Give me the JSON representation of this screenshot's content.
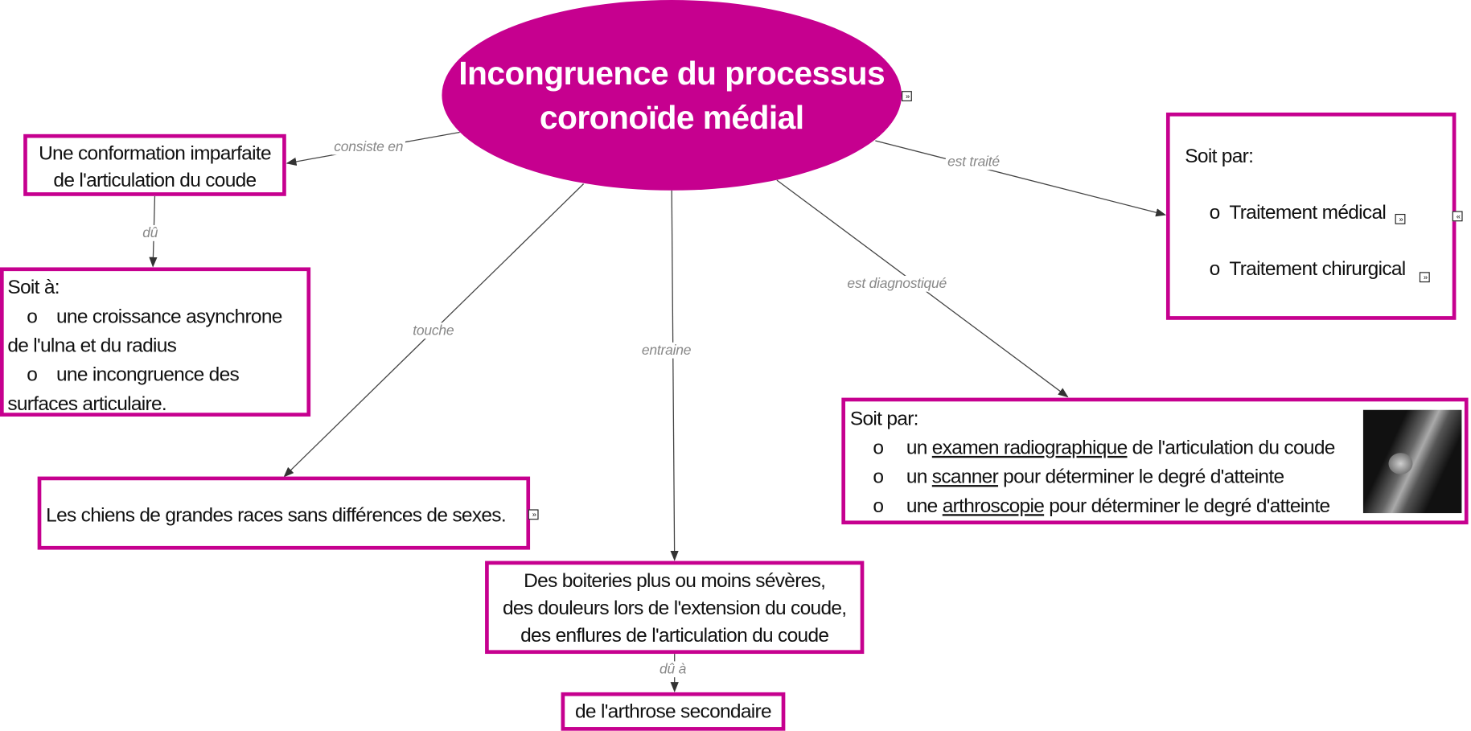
{
  "root": {
    "line1": "Incongruence du processus",
    "line2": "coronoïde médial"
  },
  "links": {
    "consiste_en": "consiste en",
    "du": "dû",
    "touche": "touche",
    "entraine": "entraine",
    "du_a": "dû à",
    "est_traite": "est traité",
    "est_diagnostique": "est diagnostiqué"
  },
  "nodes": {
    "conformation": {
      "line1": "Une conformation imparfaite",
      "line2": "de l'articulation du coude"
    },
    "causes": {
      "title": "Soit à:",
      "bullet": "o",
      "item1a": "une croissance asynchrone",
      "item1b": "de l'ulna et du radius",
      "item2a": "une incongruence des",
      "item2b": "surfaces articulaire."
    },
    "races": {
      "text": "Les chiens de grandes races sans différences de sexes."
    },
    "symptoms": {
      "line1": "Des boiteries plus ou moins sévères,",
      "line2": "des douleurs lors de l'extension du coude,",
      "line3": "des enflures de l'articulation du coude"
    },
    "arthrose": {
      "text": "de l'arthrose secondaire"
    },
    "treatment": {
      "title": "Soit par:",
      "bullet": "o",
      "item1": "Traitement médical",
      "item2": "Traitement chirurgical"
    },
    "diagnosis": {
      "title": "Soit par:",
      "bullet": "o",
      "i1_pre": "un ",
      "i1_link": "examen radiographique",
      "i1_post": " de l'articulation du coude",
      "i2_pre": "un ",
      "i2_link": "scanner",
      "i2_post": " pour déterminer le degré d'atteinte",
      "i3_pre": "une ",
      "i3_link": "arthroscopie",
      "i3_post": " pour déterminer le degré d'atteinte"
    }
  },
  "icons": {
    "expand": "»",
    "collapse": "«"
  },
  "colors": {
    "accent": "#C6008F",
    "line": "#444444",
    "label": "#888888"
  }
}
